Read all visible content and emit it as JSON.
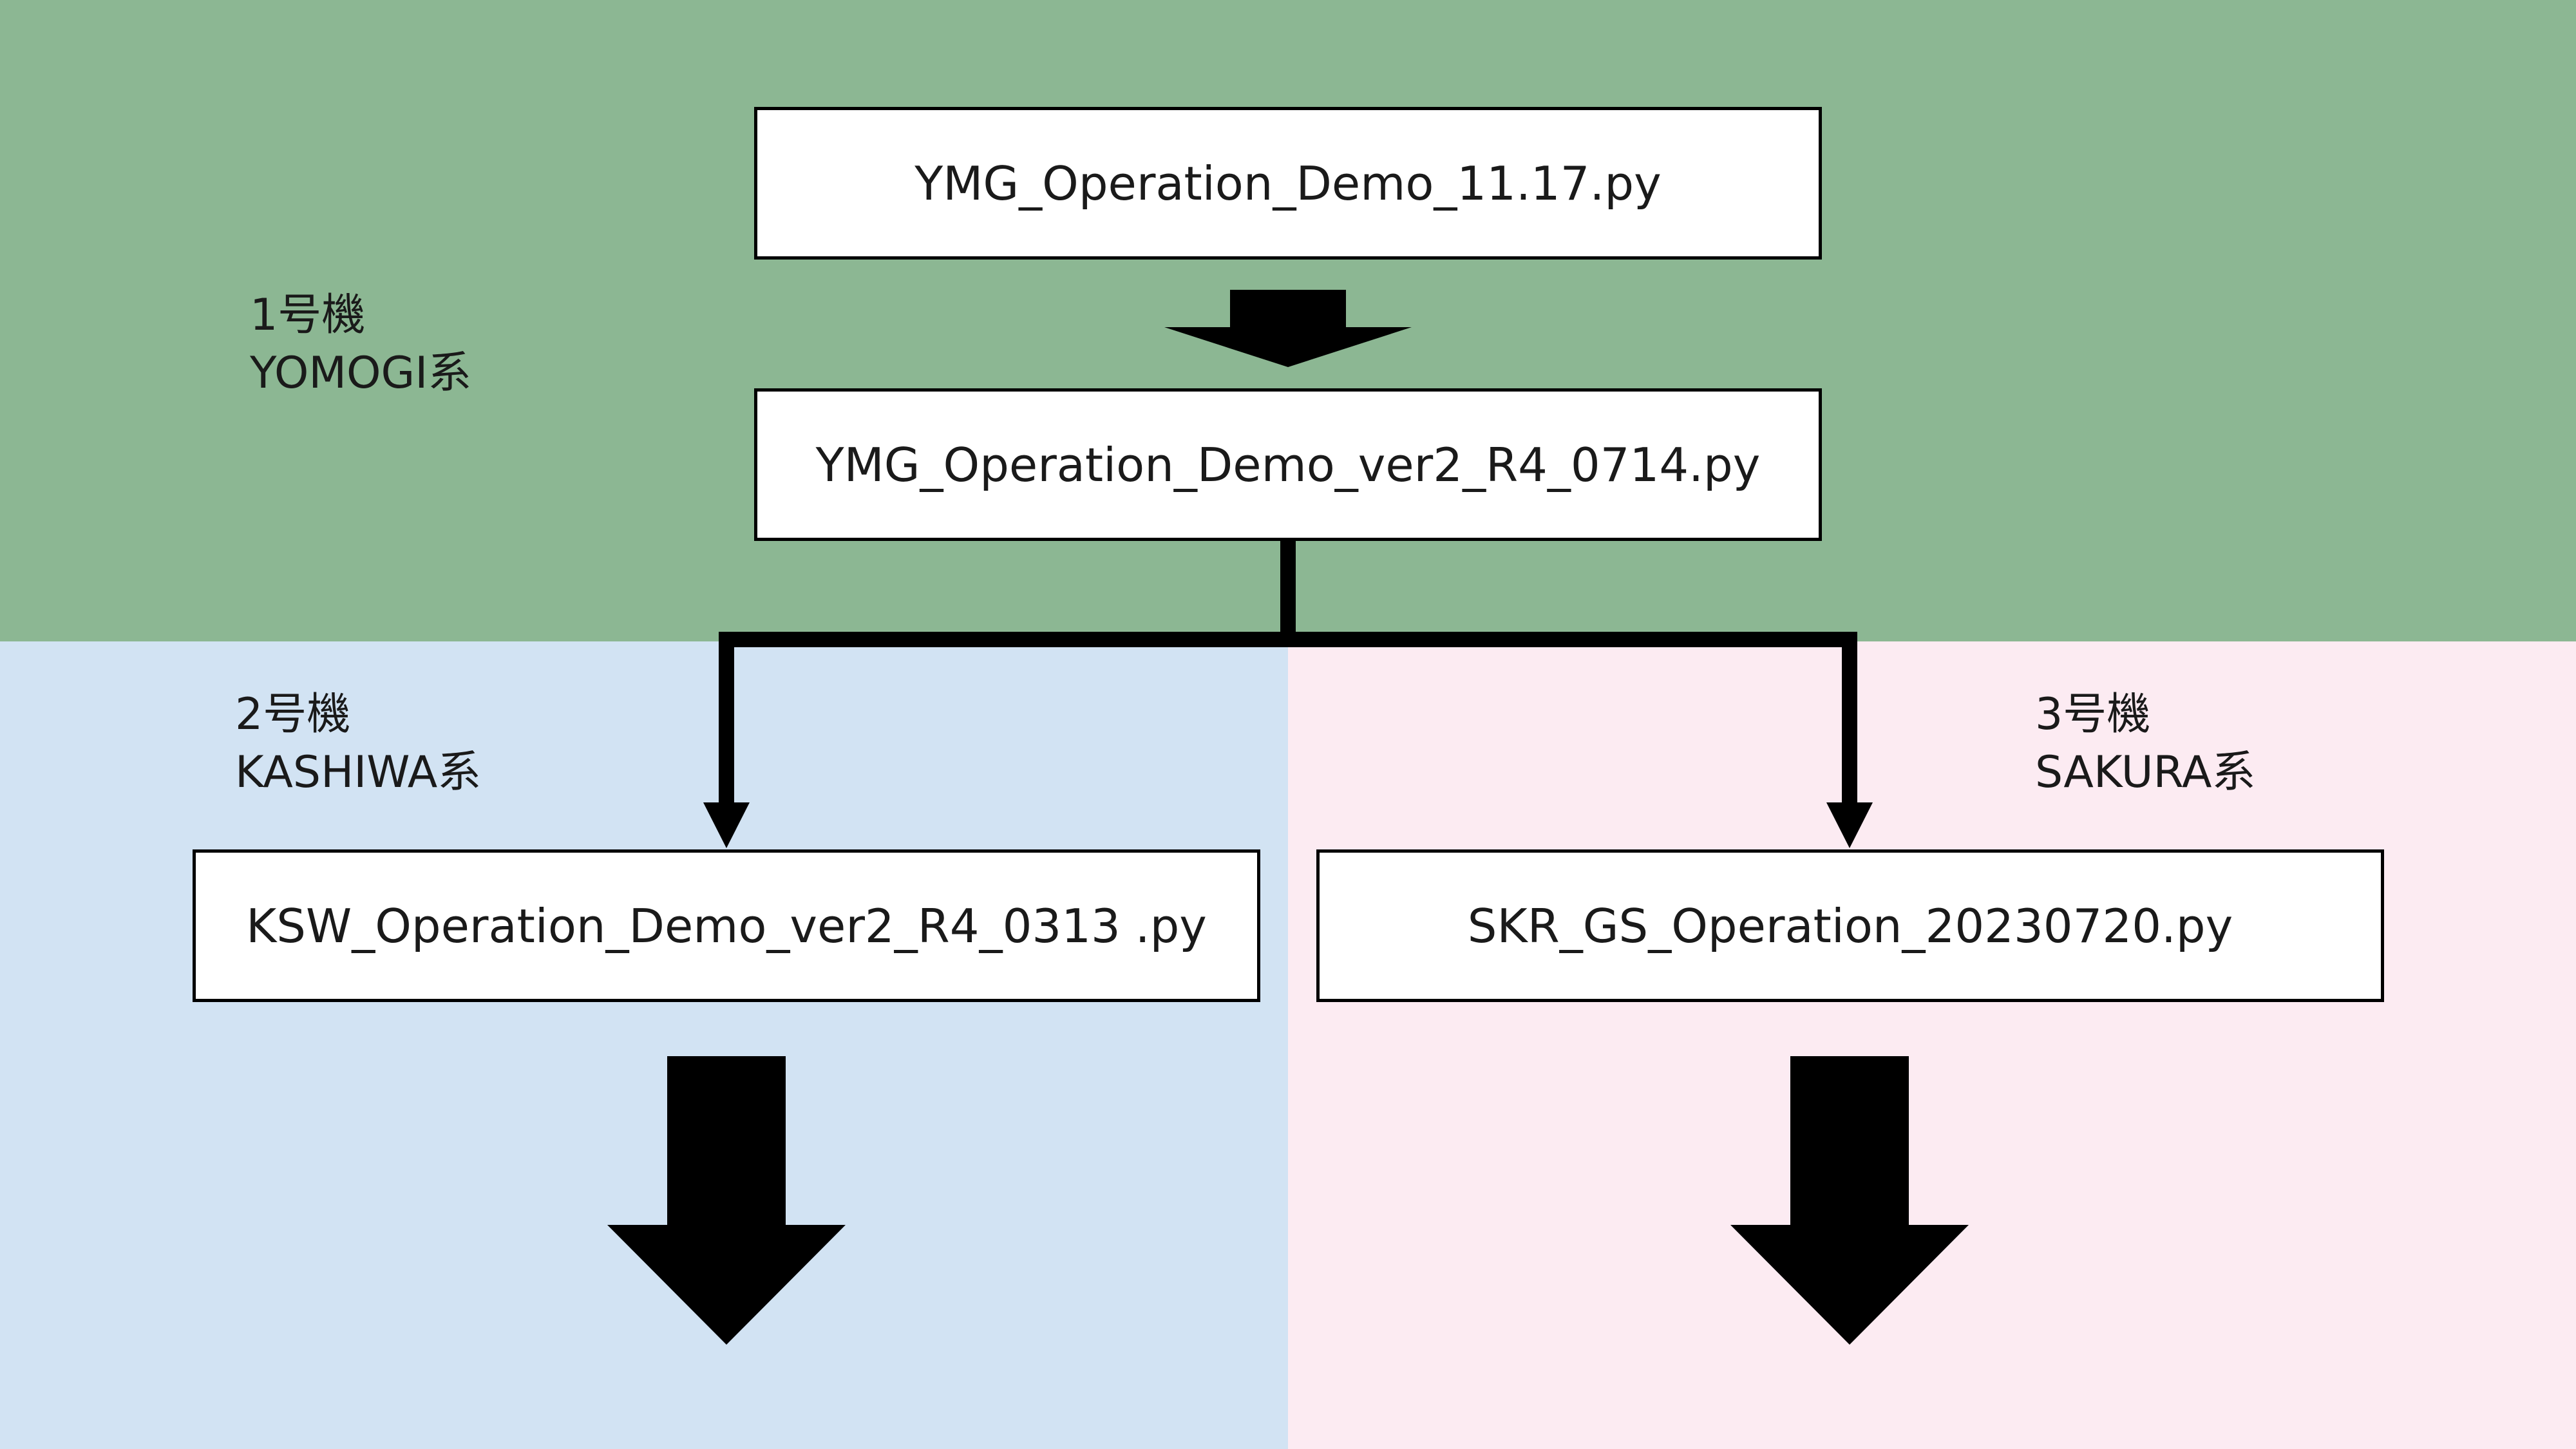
{
  "colors": {
    "top_region": "#8cb793",
    "left_region": "#d2e3f3",
    "right_region": "#fcebf2",
    "box_fill": "#ffffff",
    "stroke": "#000000"
  },
  "machines": [
    {
      "line1": "1号機",
      "line2": "YOMOGI系"
    },
    {
      "line1": "2号機",
      "line2": "KASHIWA系"
    },
    {
      "line1": "3号機",
      "line2": "SAKURA系"
    }
  ],
  "files": {
    "ymg_1117": "YMG_Operation_Demo_11.17.py",
    "ymg_ver2": "YMG_Operation_Demo_ver2_R4_0714.py",
    "ksw": "KSW_Operation_Demo_ver2_R4_0313 .py",
    "skr": "SKR_GS_Operation_20230720.py"
  }
}
